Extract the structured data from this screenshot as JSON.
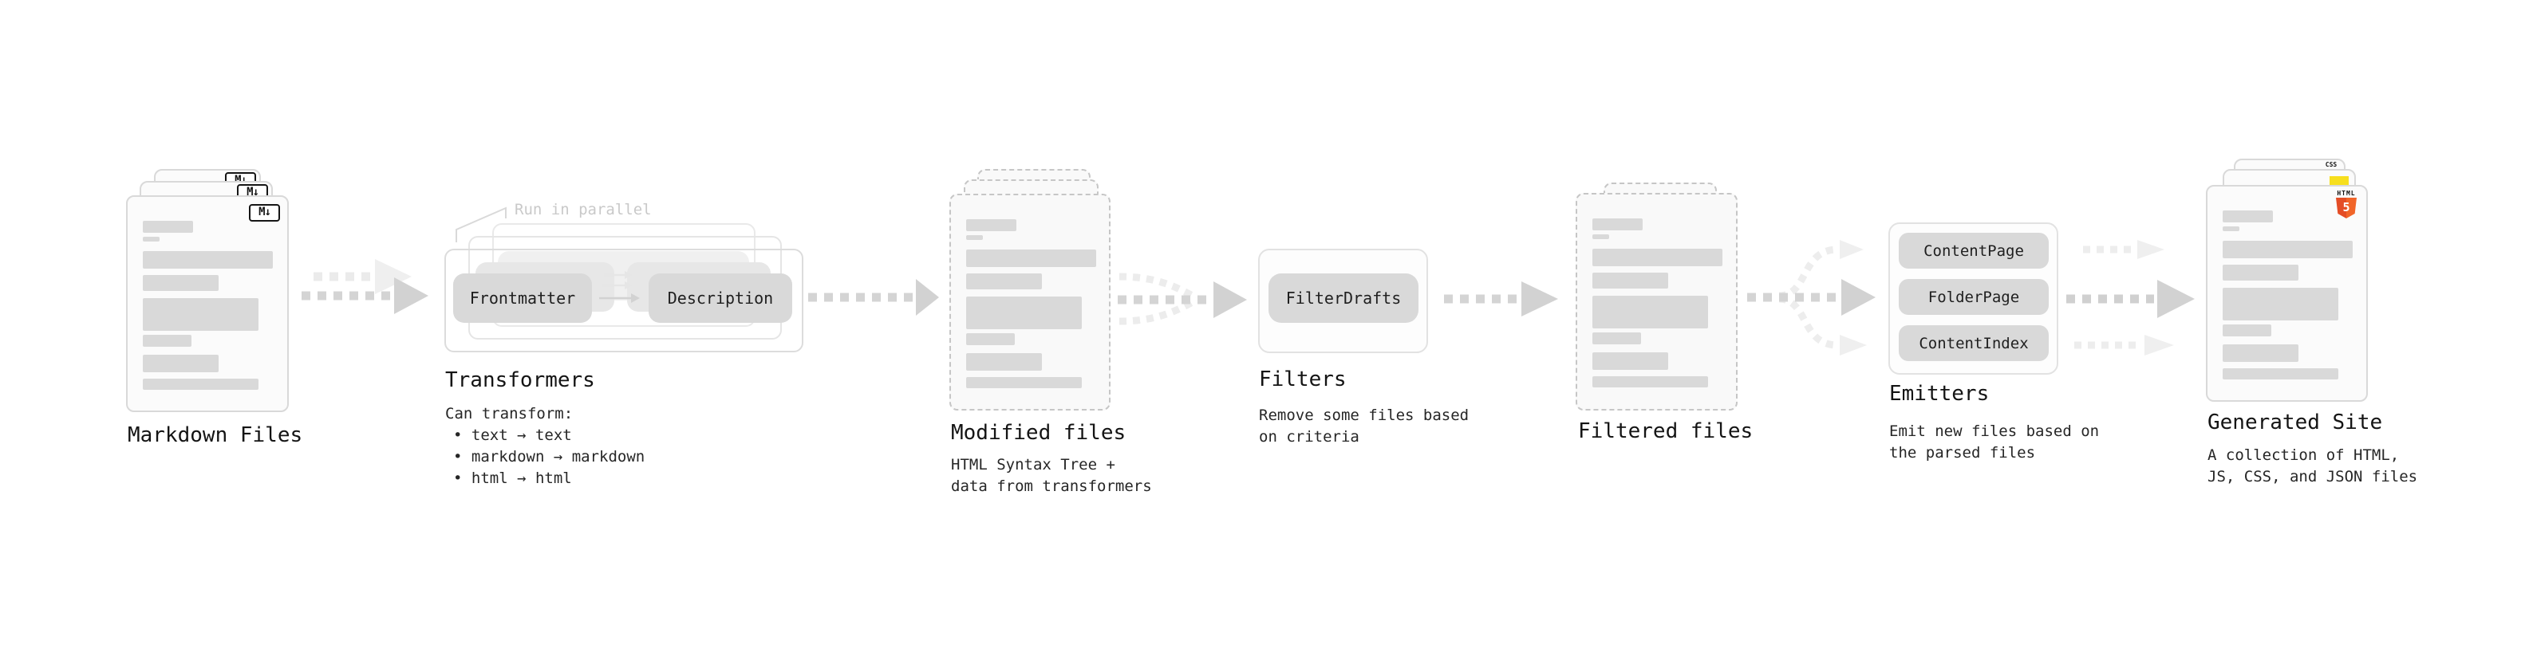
{
  "colors": {
    "bar_gray": "#d9d9d9",
    "card_bg": "#fbfbfb",
    "card_border": "#d9d9d9",
    "dashed_border": "#c6c6c6",
    "pill_bg": "#d9d9d9",
    "arrow_medium": "#d2d2d2",
    "arrow_light": "#ebebeb",
    "arrow_light_head": "#efefef",
    "annotation_gray": "#c9c9c9",
    "heading_text": "#141414",
    "body_text": "#262626",
    "html5_orange": "#e44d26",
    "html5_orange_light": "#f16529",
    "js_yellow": "#f7df1e",
    "css_blue": "#2b5fde"
  },
  "markdown_files": {
    "label": "Markdown Files",
    "badge": "M↓"
  },
  "transformers": {
    "annotation": "Run in parallel",
    "pill_left": "Frontmatter",
    "pill_right": "Description",
    "heading": "Transformers",
    "subtitle": "Can transform:",
    "bullets": [
      "• text → text",
      "• markdown → markdown",
      "• html → html"
    ]
  },
  "modified_files": {
    "label": "Modified files",
    "subtitle": "HTML Syntax Tree +\ndata from transformers"
  },
  "filters": {
    "pill": "FilterDrafts",
    "heading": "Filters",
    "subtitle": "Remove some files based\non criteria"
  },
  "filtered_files": {
    "label": "Filtered files"
  },
  "emitters": {
    "pills": [
      "ContentPage",
      "FolderPage",
      "ContentIndex"
    ],
    "heading": "Emitters",
    "subtitle": "Emit new files based on\nthe parsed files"
  },
  "generated_site": {
    "label": "Generated Site",
    "subtitle": "A collection of HTML,\nJS, CSS, and JSON files",
    "badges": {
      "css": "CSS",
      "html": "HTML",
      "html_number": "5"
    }
  }
}
